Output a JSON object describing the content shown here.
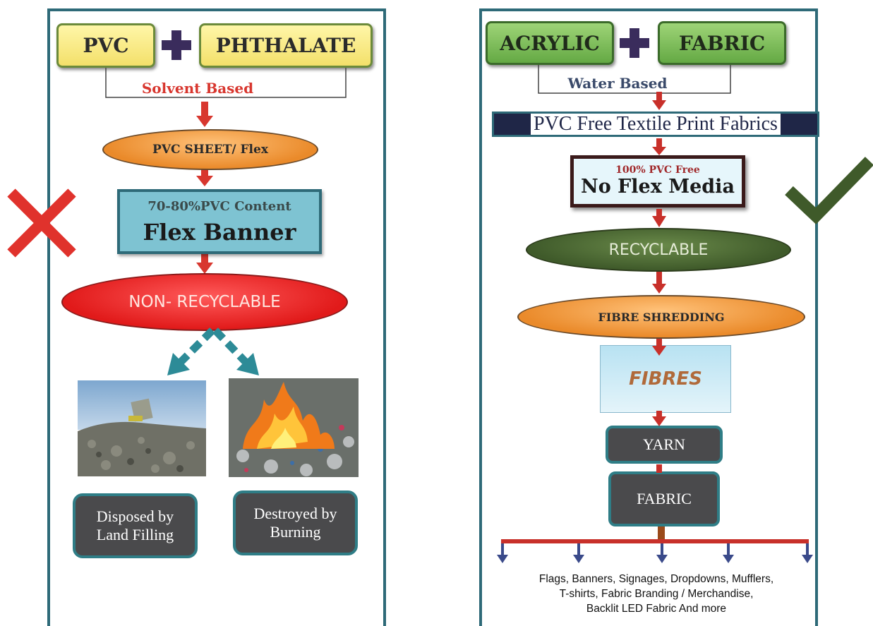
{
  "left": {
    "box_pvc": "PVC",
    "box_phthalate": "PHTHALATE",
    "solvent_label": "Solvent Based",
    "sheet_label": "PVC SHEET/ Flex",
    "content_label": "70-80%PVC Content",
    "banner_label": "Flex Banner",
    "nonrecyclable_label": "NON- RECYCLABLE",
    "landfill_label": "Disposed by Land Filling",
    "burning_label": "Destroyed by Burning"
  },
  "right": {
    "box_acrylic": "ACRYLIC",
    "box_fabric": "FABRIC",
    "water_label": "Water Based",
    "textile_label": "PVC Free Textile Print Fabrics",
    "pvcfree_small": "100% PVC Free",
    "noflex_label": "No Flex Media",
    "recyclable_label": "RECYCLABLE",
    "shredding_label": "FIBRE SHREDDING",
    "fibres_label": "FIBRES",
    "yarn_label": "YARN",
    "fabric_label": "FABRIC",
    "uses_line1": "Flags, Banners, Signages, Dropdowns, Mufflers,",
    "uses_line2": "T-shirts, Fabric Branding / Merchandise,",
    "uses_line3": "Backlit LED Fabric And more"
  },
  "colors": {
    "panel_border": "#2e6a78",
    "red_arrow": "#d8372f",
    "cross": "#e0322c",
    "check": "#3f5a2a",
    "dashed_arrow": "#2d8b97"
  }
}
